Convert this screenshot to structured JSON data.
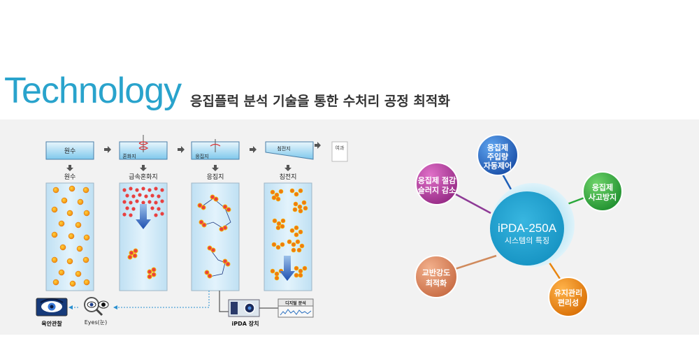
{
  "header": {
    "title": "Technology",
    "subtitle": "응집플럭 분석 기술을 통한 수처리 공정 최적화"
  },
  "process": {
    "stages": [
      {
        "box_label": "원수",
        "column_label": "원수"
      },
      {
        "box_label": "혼화지",
        "column_label": "급속혼화지"
      },
      {
        "box_label": "응집지",
        "column_label": "응집지"
      },
      {
        "box_label": "침전지",
        "column_label": "침전지"
      }
    ],
    "filter_label": "여과",
    "eye_label": "육안관찰",
    "magnifier_label": "Eyes(눈)",
    "device_label": "iPDA 장치",
    "analysis_label": "디지털 분석"
  },
  "features": {
    "core_title": "iPDA-250A",
    "core_subtitle": "시스템의 특징",
    "nodes": [
      {
        "id": "auto",
        "lines": [
          "응집제",
          "주입량",
          "자동제어"
        ],
        "color": "#1e5fb8"
      },
      {
        "id": "save",
        "lines": [
          "응집제 절감",
          "슬러지 감소"
        ],
        "color": "#b03a9c"
      },
      {
        "id": "prevent",
        "lines": [
          "응집제",
          "사고방지"
        ],
        "color": "#2aa83a"
      },
      {
        "id": "mix",
        "lines": [
          "교반강도",
          "최적화"
        ],
        "color": "#d9825a"
      },
      {
        "id": "maint",
        "lines": [
          "유지관리",
          "편리성"
        ],
        "color": "#e8850f"
      }
    ],
    "link_colors": {
      "auto": "#1e5fb8",
      "save": "#8e3a96",
      "prevent": "#2aa83a",
      "mix": "#d08a5c",
      "maint": "#e8850f"
    }
  },
  "colors": {
    "accent": "#29a3cc",
    "band": "#f2f2f2",
    "column_fill": "#cfe7f5",
    "core": "#1ea3cf"
  }
}
